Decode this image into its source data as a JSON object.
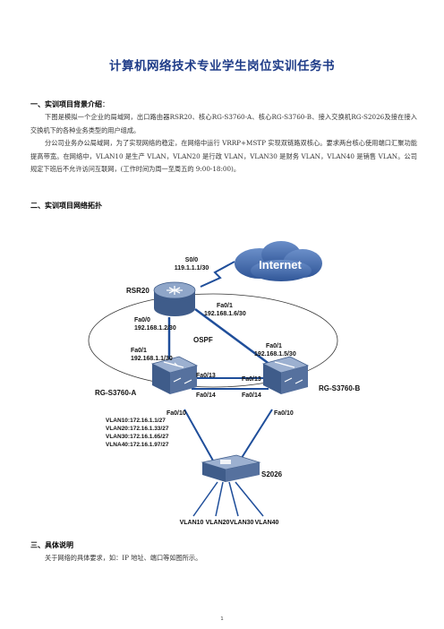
{
  "title": "计算机网络技术专业学生岗位实训任务书",
  "section1": {
    "heading": "一、实训项目背景介绍",
    "colon": "：",
    "para1": "下图是模拟一个企业的局域网，出口路由器RSR20、核心RG-S3760-A、核心RG-S3760-B、接入交换机RG-S2026及接在接入交换机下的各种业务类型的用户组成。",
    "para2": "分公司业务办公局域网，为了实现网络的稳定，在网络中运行 VRRP+MSTP 实现双链路双核心。要求两台核心使用端口汇聚功能提高带宽。在网络中，VLAN10 是生产 VLAN，VLAN20 是行政 VLAN，VLAN30 是财务 VLAN，VLAN40 是销售 VLAN。公司规定下班后不允许访问互联网，(工作时间为周一至周五的 9:00-18:00)。"
  },
  "section2": {
    "heading": "二、实训项目网络拓扑"
  },
  "section3": {
    "heading": "三、具体说明",
    "para1": "关于网络的具体要求，如：IP 地址、端口等如图所示。"
  },
  "diagram": {
    "internet": "Internet",
    "router_label": "RSR20",
    "s00": "S0/0",
    "s00_ip": "119.1.1.1/30",
    "r_fa01": "Fa0/1",
    "r_fa01_ip": "192.168.1.6/30",
    "r_fa00": "Fa0/0",
    "r_fa00_ip": "192.168.1.2/30",
    "ospf": "OSPF",
    "a_fa01": "Fa0/1",
    "a_fa01_ip": "192.168.1.1/30",
    "b_fa01": "Fa0/1",
    "b_fa01_ip": "192.168.1.5/30",
    "a_fa013": "Fa0/13",
    "a_fa014": "Fa0/14",
    "b_fa013": "Fa0/13",
    "b_fa014": "Fa0/14",
    "core_a": "RG-S3760-A",
    "core_b": "RG-S3760-B",
    "a_fa010": "Fa0/10",
    "b_fa010": "Fa0/10",
    "vlan_ips": [
      "VLAN10:172.16.1.1/27",
      "VLAN20:172.16.1.33/27",
      "VLAN30:172.16.1.65/27",
      "VLNA40:172.16.1.97/27"
    ],
    "access": "S2026",
    "vlans": [
      "VLAN10",
      "VLAN20",
      "VLAN30",
      "VLAN40"
    ],
    "colors": {
      "device": "#4a6fa5",
      "link": "#1f4e9a",
      "text": "#1a1a1a"
    }
  },
  "page_number": "1"
}
